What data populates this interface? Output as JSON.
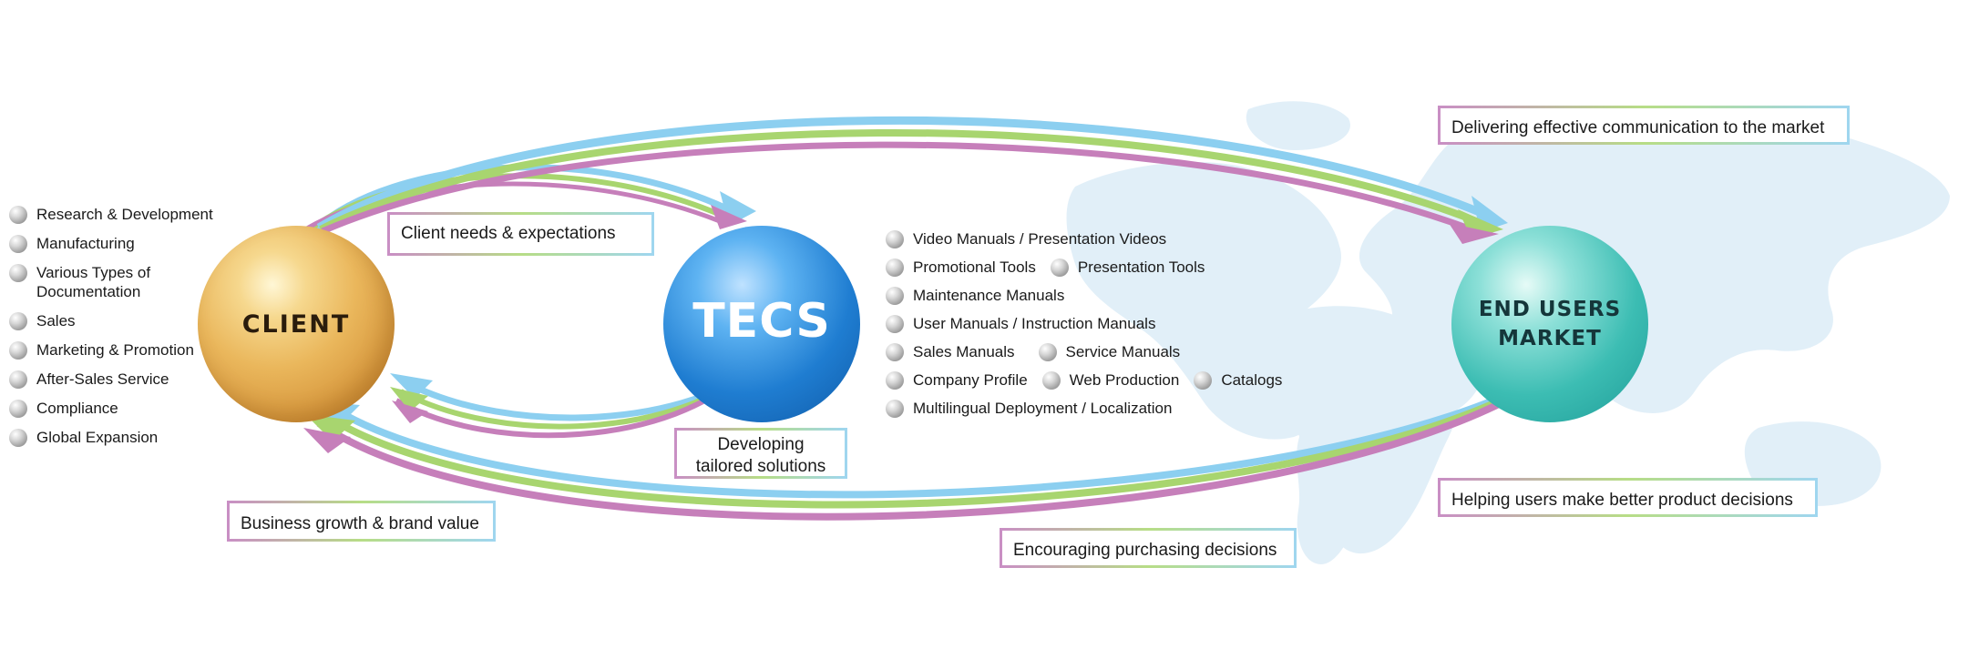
{
  "client_activities": [
    "Research & Development",
    "Manufacturing",
    "Various Types of Documentation",
    "Sales",
    "Marketing & Promotion",
    "After-Sales Service",
    "Compliance",
    "Global Expansion"
  ],
  "spheres": {
    "client": "CLIENT",
    "tecs": "TECS",
    "market_line1": "END USERS",
    "market_line2": "MARKET"
  },
  "services": {
    "row1": [
      "Video Manuals / Presentation Videos"
    ],
    "row2": [
      "Promotional Tools",
      "Presentation Tools"
    ],
    "row3": [
      "Maintenance Manuals"
    ],
    "row4": [
      "User Manuals / Instruction Manuals"
    ],
    "row5": [
      "Sales Manuals",
      "Service Manuals"
    ],
    "row6": [
      "Company Profile",
      "Web Production",
      "Catalogs"
    ],
    "row7": [
      "Multilingual Deployment / Localization"
    ]
  },
  "flow_labels": {
    "client_needs": "Client needs & expectations",
    "tailored": "Developing tailored solutions",
    "delivering": "Delivering effective communication to the market",
    "helping": "Helping users make better product decisions",
    "growth": "Business growth & brand value",
    "encouraging": "Encouraging purchasing decisions"
  },
  "colors": {
    "flow_pink": "#c67fba",
    "flow_green": "#a8d56f",
    "flow_blue": "#8ccff0",
    "map": "#e1eff8"
  }
}
